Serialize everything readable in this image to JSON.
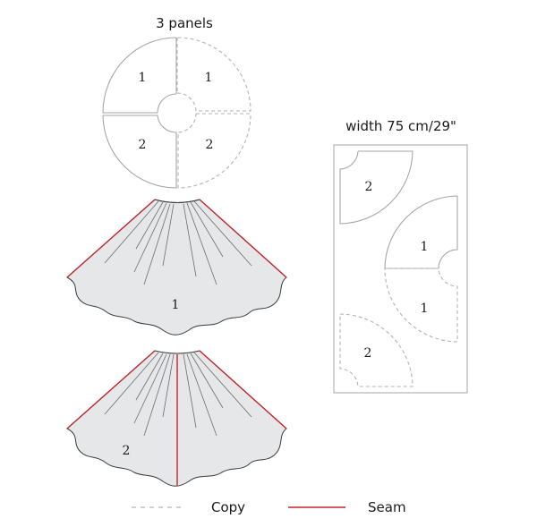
{
  "pattern_pieces": {
    "title": "3 panels",
    "quadrant_labels": [
      "1",
      "1",
      "2",
      "2"
    ]
  },
  "skirt_1": {
    "label": "1"
  },
  "skirt_2": {
    "label": "2"
  },
  "layout": {
    "title": "width 75 cm/29\"",
    "piece_labels": [
      "2",
      "1",
      "1",
      "2"
    ]
  },
  "legend": {
    "items": [
      {
        "label": "Copy",
        "style": "dashed",
        "color": "#b3b3b3"
      },
      {
        "label": "Seam",
        "style": "solid",
        "color": "#c0272d"
      }
    ]
  },
  "colors": {
    "outline": "#a6a6a6",
    "seam": "#c0272d",
    "fabric_fill": "#e6e7e8",
    "hem_outline": "#3a3a3a",
    "fold_lines": "#6d6e70"
  }
}
